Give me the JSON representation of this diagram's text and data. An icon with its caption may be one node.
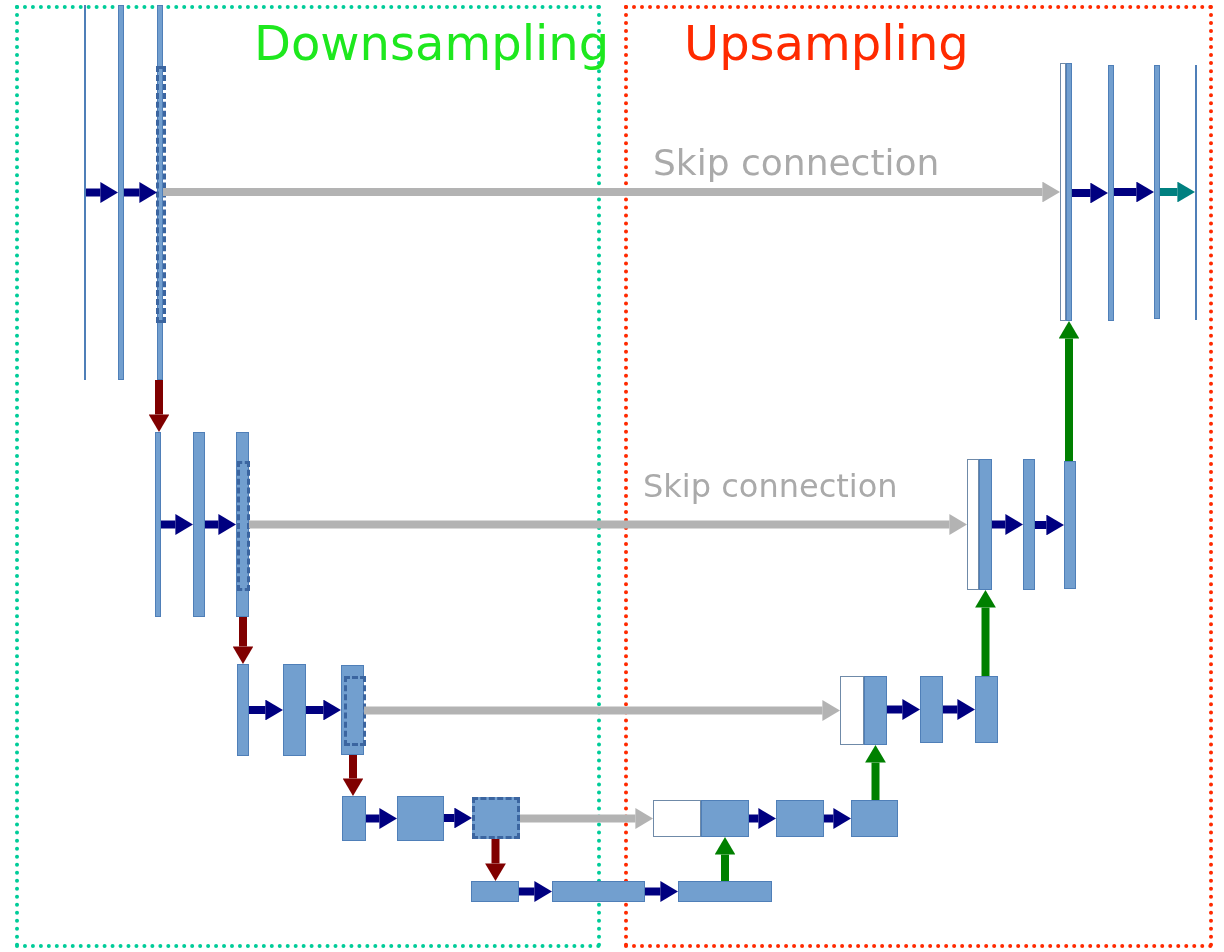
{
  "diagram": {
    "nodes": [
      {
        "text": [
          "Downsampling"
        ]
      },
      {
        "text": [
          "Upsampling"
        ]
      },
      {
        "text": [],
        "shape": "bar",
        "in": 0
      },
      {
        "text": [],
        "shape": "bar",
        "in": 0
      },
      {
        "text": [],
        "shape": "bar",
        "in": 0
      },
      {
        "text": [],
        "shape": "bar",
        "in": 0
      },
      {
        "text": [],
        "shape": "bar",
        "in": 0
      },
      {
        "text": [],
        "shape": "bar",
        "in": 0
      },
      {
        "text": [],
        "shape": "bar",
        "in": 0
      },
      {
        "text": [],
        "shape": "bar",
        "in": 0
      },
      {
        "text": [],
        "shape": "bar",
        "in": 0
      },
      {
        "text": [],
        "shape": "bar",
        "in": 0
      },
      {
        "text": [],
        "shape": "bar",
        "in": 0
      },
      {
        "text": [],
        "shape": "bar",
        "in": 0
      },
      {
        "text": [],
        "shape": "bar",
        "in": 0
      },
      {
        "text": [],
        "shape": "bar"
      },
      {
        "text": [],
        "shape": "bar",
        "in": 1
      },
      {
        "text": [],
        "shape": "bar",
        "in": 1
      },
      {
        "text": [],
        "shape": "bar",
        "in": 1
      },
      {
        "text": [],
        "shape": "bar",
        "in": 1
      },
      {
        "text": [],
        "shape": "bar",
        "in": 1
      },
      {
        "text": [],
        "shape": "bar",
        "in": 1
      },
      {
        "text": [],
        "shape": "bar",
        "in": 1
      },
      {
        "text": [],
        "shape": "bar",
        "in": 1
      },
      {
        "text": [],
        "shape": "bar",
        "in": 1
      },
      {
        "text": [],
        "shape": "bar",
        "in": 1
      },
      {
        "text": [],
        "shape": "bar",
        "in": 1
      },
      {
        "text": [],
        "shape": "bar",
        "in": 1
      },
      {
        "text": [],
        "shape": "bar",
        "in": 1
      },
      {
        "text": [],
        "shape": "bar",
        "in": 1
      },
      {
        "text": [],
        "shape": "bar",
        "in": 1
      },
      {
        "text": [],
        "shape": "bar",
        "in": 1
      },
      {
        "text": [],
        "shape": "bar",
        "in": 1
      },
      {
        "text": [],
        "shape": "bar",
        "in": 1
      }
    ],
    "edges": [
      {
        "from": 2,
        "to": 3,
        "arrow": "to"
      },
      {
        "from": 3,
        "to": 4,
        "arrow": "to"
      },
      {
        "from": 4,
        "to": 5,
        "arrow": "to",
        "color": "#800000"
      },
      {
        "from": 5,
        "to": 6,
        "arrow": "to"
      },
      {
        "from": 6,
        "to": 7,
        "arrow": "to"
      },
      {
        "from": 7,
        "to": 8,
        "arrow": "to",
        "color": "#800000"
      },
      {
        "from": 8,
        "to": 9,
        "arrow": "to"
      },
      {
        "from": 9,
        "to": 10,
        "arrow": "to"
      },
      {
        "from": 10,
        "to": 11,
        "arrow": "to",
        "color": "#800000"
      },
      {
        "from": 11,
        "to": 12,
        "arrow": "to"
      },
      {
        "from": 12,
        "to": 13,
        "arrow": "to"
      },
      {
        "from": 13,
        "to": 14,
        "arrow": "to",
        "color": "#800000"
      },
      {
        "from": 14,
        "to": 15,
        "arrow": "to"
      },
      {
        "from": 15,
        "to": 16,
        "arrow": "to"
      },
      {
        "from": 16,
        "to": 18,
        "arrow": "to",
        "color": "#008000"
      },
      {
        "from": 18,
        "to": 19,
        "arrow": "to"
      },
      {
        "from": 19,
        "to": 20,
        "arrow": "to"
      },
      {
        "from": 13,
        "to": 17,
        "arrow": "to",
        "color": "#b3b3b3"
      },
      {
        "from": 20,
        "to": 22,
        "arrow": "to",
        "color": "#008000"
      },
      {
        "from": 22,
        "to": 23,
        "arrow": "to"
      },
      {
        "from": 23,
        "to": 24,
        "arrow": "to"
      },
      {
        "from": 10,
        "to": 21,
        "arrow": "to",
        "color": "#b3b3b3"
      },
      {
        "from": 24,
        "to": 26,
        "arrow": "to",
        "color": "#008000"
      },
      {
        "from": 26,
        "to": 27,
        "arrow": "to"
      },
      {
        "from": 27,
        "to": 28,
        "arrow": "to"
      },
      {
        "from": 7,
        "to": 25,
        "arrow": "to",
        "label": "Skip connection",
        "color": "#b3b3b3"
      },
      {
        "from": 28,
        "to": 30,
        "arrow": "to",
        "color": "#008000"
      },
      {
        "from": 30,
        "to": 31,
        "arrow": "to"
      },
      {
        "from": 31,
        "to": 32,
        "arrow": "to"
      },
      {
        "from": 32,
        "to": 33,
        "arrow": "to",
        "color": "#008080"
      },
      {
        "from": 4,
        "to": 29,
        "arrow": "to",
        "label": "Skip connection",
        "color": "#b3b3b3"
      }
    ]
  }
}
